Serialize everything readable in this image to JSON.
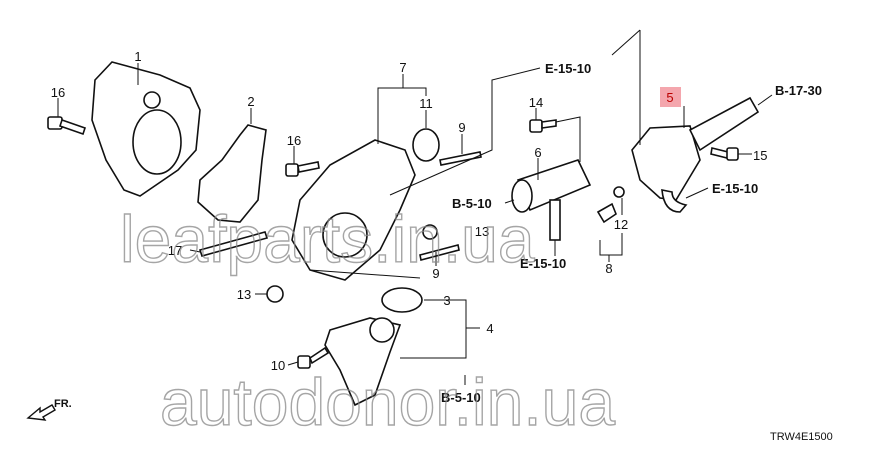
{
  "title": "Water pump / thermostat housing parts diagram",
  "diagram_code": "TRW4E1500",
  "direction_label": "FR.",
  "highlight_color": "#f4a6ad",
  "part_labels": {
    "p1": "1",
    "p2": "2",
    "p3": "3",
    "p4": "4",
    "p5": "5",
    "p6": "6",
    "p7": "7",
    "p8": "8",
    "p9a": "9",
    "p9b": "9",
    "p10": "10",
    "p11": "11",
    "p12": "12",
    "p13a": "13",
    "p13b": "13",
    "p14": "14",
    "p15": "15",
    "p16a": "16",
    "p16b": "16",
    "p17": "17"
  },
  "references": {
    "e15_top": "E-15-10",
    "b1730": "B-17-30",
    "e15_right": "E-15-10",
    "b510_mid": "B-5-10",
    "e15_mid": "E-15-10",
    "b510_bottom": "B-5-10"
  },
  "watermarks": [
    "leafparts.in.ua",
    "autodonor.in.ua"
  ]
}
